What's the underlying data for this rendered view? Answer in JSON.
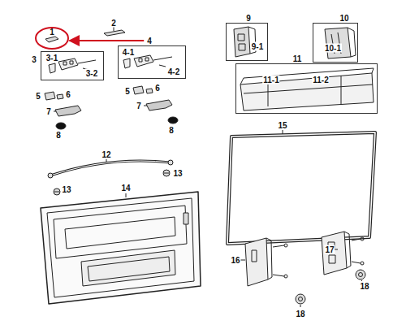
{
  "diagram": {
    "nodes": [
      {
        "text": [
          "1"
        ]
      },
      {
        "text": [
          "3",
          "3-1",
          "3-2"
        ]
      },
      {
        "text": [
          "4",
          "4-1",
          "4-2"
        ]
      },
      {
        "text": [
          "9",
          "9-1"
        ]
      },
      {
        "text": [
          "10",
          "10-1"
        ]
      },
      {
        "text": [
          "11",
          "11-1",
          "11-2"
        ]
      }
    ],
    "edges": [
      {
        "from": 2,
        "to": 0,
        "arrow": "to"
      }
    ],
    "labels": [
      "2",
      "5",
      "6",
      "7",
      "8",
      "5",
      "6",
      "7",
      "8",
      "12",
      "13",
      "13",
      "14",
      "15",
      "16",
      "17",
      "18",
      "18"
    ]
  }
}
